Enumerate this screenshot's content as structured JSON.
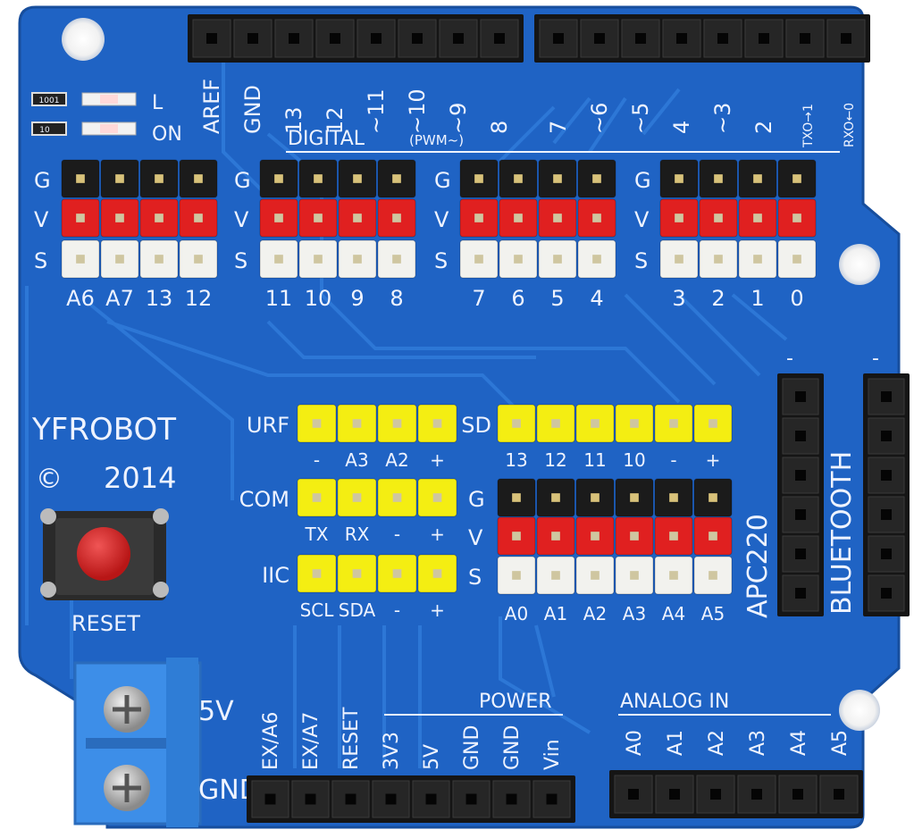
{
  "board": {
    "brand": "YFROBOT",
    "copyright_symbol": "©",
    "year": "2014",
    "reset_label": "RESET",
    "digital_label": "DIGITAL",
    "pwm_label": "(PWM~)",
    "power_label": "POWER",
    "analog_in_label": "ANALOG IN",
    "led_labels": {
      "l": "L",
      "on": "ON"
    },
    "resistor_codes": [
      "1001",
      "10"
    ],
    "terminal_labels": {
      "v5": "5V",
      "gnd": "GND"
    },
    "apc_label": "APC220",
    "bluetooth_label": "BLUETOOTH",
    "bt_minus_labels": [
      "-",
      "-"
    ],
    "top_header_labels": [
      "AREF",
      "GND",
      "13",
      "12",
      "~11",
      "~10",
      "~9",
      "8",
      "7",
      "~6",
      "~5",
      "4",
      "~3",
      "2",
      "TXO→1",
      "RXO←0"
    ],
    "gvs_row_labels": [
      "G",
      "V",
      "S"
    ],
    "servo_group_pin_labels": [
      [
        "A6",
        "A7",
        "13",
        "12"
      ],
      [
        "11",
        "10",
        "9",
        "8"
      ],
      [
        "7",
        "6",
        "5",
        "4"
      ],
      [
        "3",
        "2",
        "1",
        "0"
      ]
    ],
    "urf": {
      "label": "URF",
      "pins": [
        "-",
        "A3",
        "A2",
        "+"
      ]
    },
    "com": {
      "label": "COM",
      "pins": [
        "TX",
        "RX",
        "-",
        "+"
      ]
    },
    "iic": {
      "label": "IIC",
      "pins": [
        "SCL",
        "SDA",
        "-",
        "+"
      ]
    },
    "sd": {
      "label": "SD",
      "pins": [
        "13",
        "12",
        "11",
        "10",
        "-",
        "+"
      ]
    },
    "analog_gvs_pin_labels": [
      "A0",
      "A1",
      "A2",
      "A3",
      "A4",
      "A5"
    ],
    "power_header_labels": [
      "EX/A6",
      "EX/A7",
      "RESET",
      "3V3",
      "5V",
      "GND",
      "GND",
      "Vin"
    ],
    "analog_header_labels": [
      "A0",
      "A1",
      "A2",
      "A3",
      "A4",
      "A5"
    ]
  },
  "colors": {
    "pcb": "#1f63c4",
    "pcb_dark": "#184f9f",
    "trace": "#2d78d8",
    "header_black": "#1b1b1b",
    "pin_red": "#e02020",
    "pin_white": "#f2f2ee",
    "pin_yellow": "#f4ee12",
    "terminal_blue": "#3d8ee8",
    "button_red": "#d92a2a"
  }
}
